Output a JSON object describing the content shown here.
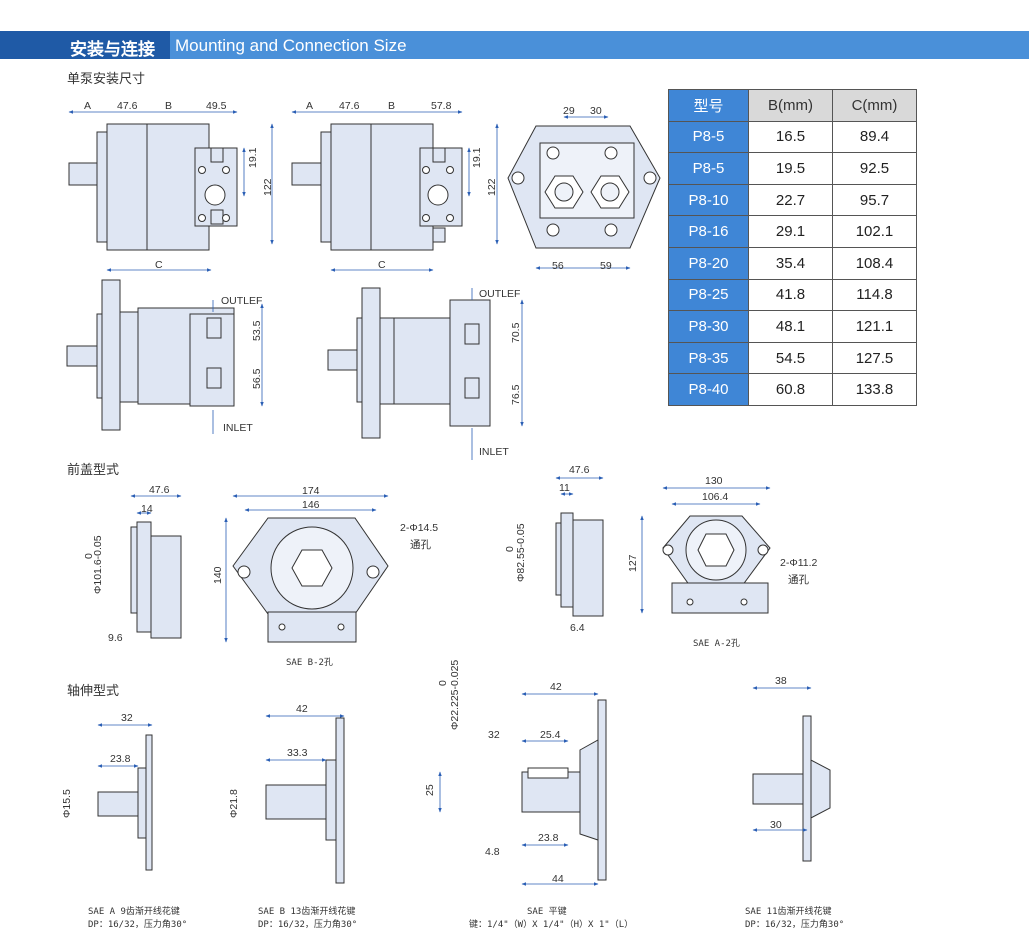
{
  "header": {
    "title_cn": "安装与连接",
    "title_en": "Mounting and Connection Size"
  },
  "sections": {
    "single_pump": "单泵安装尺寸",
    "front_cover": "前盖型式",
    "shaft_ext": "轴伸型式"
  },
  "table": {
    "headers": [
      "型号",
      "B(mm)",
      "C(mm)"
    ],
    "rows": [
      {
        "model": "P8-5",
        "b": "16.5",
        "c": "89.4"
      },
      {
        "model": "P8-5",
        "b": "19.5",
        "c": "92.5"
      },
      {
        "model": "P8-10",
        "b": "22.7",
        "c": "95.7"
      },
      {
        "model": "P8-16",
        "b": "29.1",
        "c": "102.1"
      },
      {
        "model": "P8-20",
        "b": "35.4",
        "c": "108.4"
      },
      {
        "model": "P8-25",
        "b": "41.8",
        "c": "114.8"
      },
      {
        "model": "P8-30",
        "b": "48.1",
        "c": "121.1"
      },
      {
        "model": "P8-35",
        "b": "54.5",
        "c": "127.5"
      },
      {
        "model": "P8-40",
        "b": "60.8",
        "c": "133.8"
      }
    ]
  },
  "dims": {
    "top1": {
      "a": "A",
      "d1": "47.6",
      "b": "B",
      "d2": "49.5",
      "v1": "19.1",
      "v2": "122",
      "c": "C"
    },
    "top2": {
      "a": "A",
      "d1": "47.6",
      "b": "B",
      "d2": "57.8",
      "v1": "19.1",
      "v2": "122",
      "c": "C"
    },
    "back": {
      "t1": "29",
      "t2": "30",
      "b1": "56",
      "b2": "59"
    },
    "side1": {
      "outlet": "OUTLEF",
      "inlet": "INLET",
      "v1": "53.5",
      "v2": "56.5"
    },
    "side2": {
      "outlet": "OUTLEF",
      "inlet": "INLET",
      "v1": "70.5",
      "v2": "76.5"
    },
    "fc1": {
      "w1": "47.6",
      "w2": "14",
      "dia": "Φ101.6-0.05",
      "zero": "0",
      "b": "9.6"
    },
    "fc2": {
      "w1": "174",
      "w2": "146",
      "h": "140",
      "hole": "2-Φ14.5",
      "thru": "通孔",
      "cap": "SAE B-2孔"
    },
    "fc3": {
      "w1": "47.6",
      "w2": "11",
      "dia": "Φ82.55-0.05",
      "zero": "0",
      "b": "6.4"
    },
    "fc4": {
      "w1": "130",
      "w2": "106.4",
      "h": "127",
      "hole": "2-Φ11.2",
      "thru": "通孔",
      "cap": "SAE A-2孔"
    },
    "sh1": {
      "w1": "32",
      "w2": "23.8",
      "dia": "Φ15.5",
      "cap1": "SAE A 9齿渐开线花键",
      "cap2": "DP：16/32，压力角30°"
    },
    "sh2": {
      "w1": "42",
      "w2": "33.3",
      "dia": "Φ21.8",
      "cap1": "SAE B 13齿渐开线花键",
      "cap2": "DP：16/32，压力角30°"
    },
    "sh3": {
      "zero": "0",
      "dia": "Φ22.225-0.025",
      "w1": "42",
      "w2": "32",
      "w3": "25.4",
      "h": "25",
      "w4": "23.8",
      "w5": "4.8",
      "w6": "44",
      "cap1": "SAE 平键",
      "cap2": "键：1/4\"（W）X 1/4\"（H）X 1\"（L）"
    },
    "sh4": {
      "w1": "38",
      "w2": "30",
      "cap1": "SAE 11齿渐开线花键",
      "cap2": "DP：16/32，压力角30°"
    }
  },
  "colors": {
    "band": "#4a90d9",
    "band_dark": "#1f5aa6",
    "table_blue": "#3f86d6",
    "part_fill": "#dfe6f3"
  }
}
